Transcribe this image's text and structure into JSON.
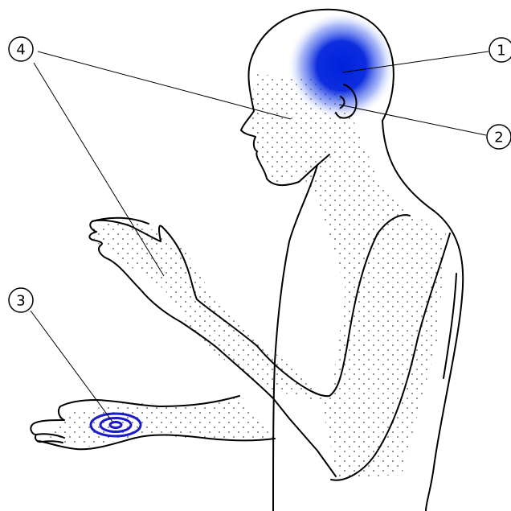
{
  "callouts": [
    {
      "id": "1",
      "label": "1"
    },
    {
      "id": "2",
      "label": "2"
    },
    {
      "id": "3",
      "label": "3"
    },
    {
      "id": "4",
      "label": "4"
    }
  ],
  "colors": {
    "head_highlight": "#0022dd",
    "target_rings": "#1a1acc",
    "outline": "#000000",
    "stipple": "#8a8a8a"
  }
}
